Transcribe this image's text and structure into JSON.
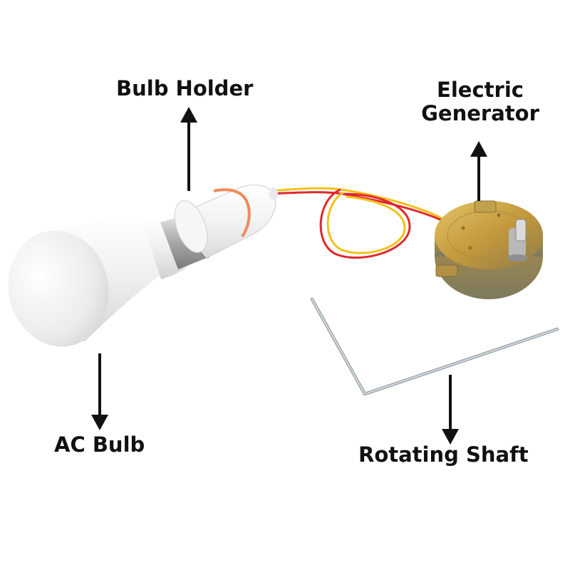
{
  "labels": {
    "bulb_holder": "Bulb Holder",
    "generator_line1": "Electric",
    "generator_line2": "Generator",
    "ac_bulb": "AC Bulb",
    "rotating_shaft": "Rotating Shaft"
  },
  "colors": {
    "background": "#ffffff",
    "label_text": "#111111",
    "arrow": "#111111",
    "bulb": "#eeeeee",
    "bulb_base": "#c8c8c8",
    "holder": "#f4f4f4",
    "holder_ring": "#f08a5a",
    "wire_red": "#e0282a",
    "wire_yellow": "#f2c21a",
    "motor_body": "#c9a544",
    "motor_shaft": "#b8b8b8",
    "shaft_wire": "#bfc6cc"
  },
  "icons": {
    "arrows": "arrow-up-icon, arrow-down-icon",
    "objects": "bulb-icon, bulb-holder-icon, generator-icon, shaft-icon"
  }
}
